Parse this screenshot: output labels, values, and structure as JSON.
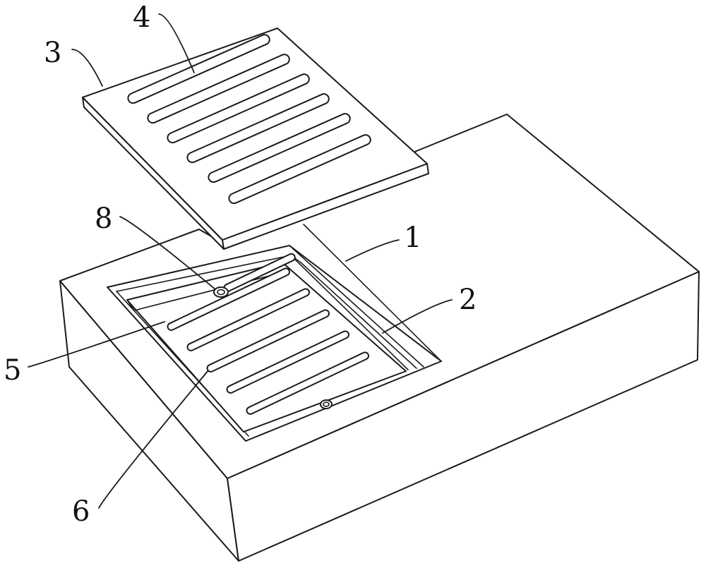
{
  "labels": {
    "l1": "1",
    "l2": "2",
    "l3": "3",
    "l4": "4",
    "l5": "5",
    "l6": "6",
    "l8": "8"
  },
  "colors": {
    "stroke": "#1a1a1a",
    "background": "#ffffff"
  }
}
